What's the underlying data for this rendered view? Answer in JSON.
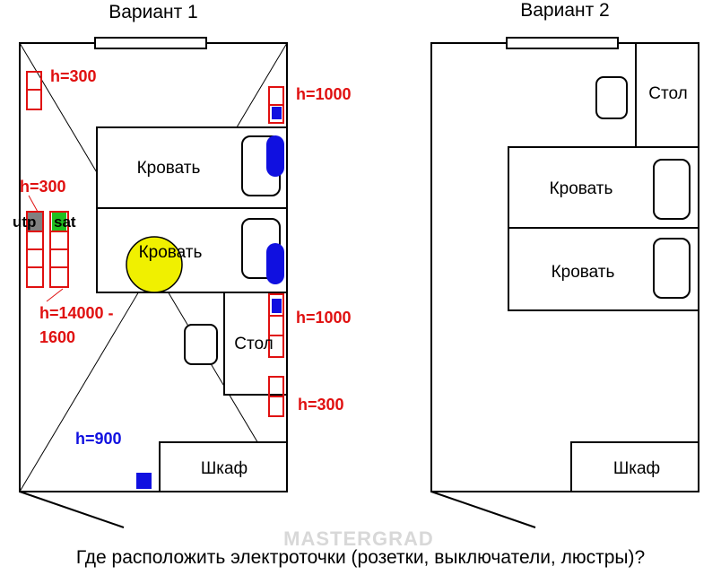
{
  "variant1": {
    "title": "Вариант 1",
    "bed_top": "Кровать",
    "bed_bottom": "Кровать",
    "desk": "Стол",
    "wardrobe": "Шкаф",
    "h_left_top": "h=300",
    "h_left_mid": "h=300",
    "utp": "utp",
    "sat": "sat",
    "h_left_low_line1": "h=14000 -",
    "h_left_low_line2": "1600",
    "h_right_top": "h=1000",
    "h_right_mid": "h=1000",
    "h_right_low": "h=300",
    "h_switch": "h=900"
  },
  "variant2": {
    "title": "Вариант 2",
    "desk": "Стол",
    "bed_top": "Кровать",
    "bed_bottom": "Кровать",
    "wardrobe": "Шкаф"
  },
  "question": "Где расположить электроточки (розетки, выключатели, люстры)?",
  "watermark": "MASTERGRAD",
  "colors": {
    "outlet": "#e01010",
    "switch": "#1010e0",
    "sat": "#20c020",
    "utp": "#808080",
    "lamp": "#f0f000"
  }
}
